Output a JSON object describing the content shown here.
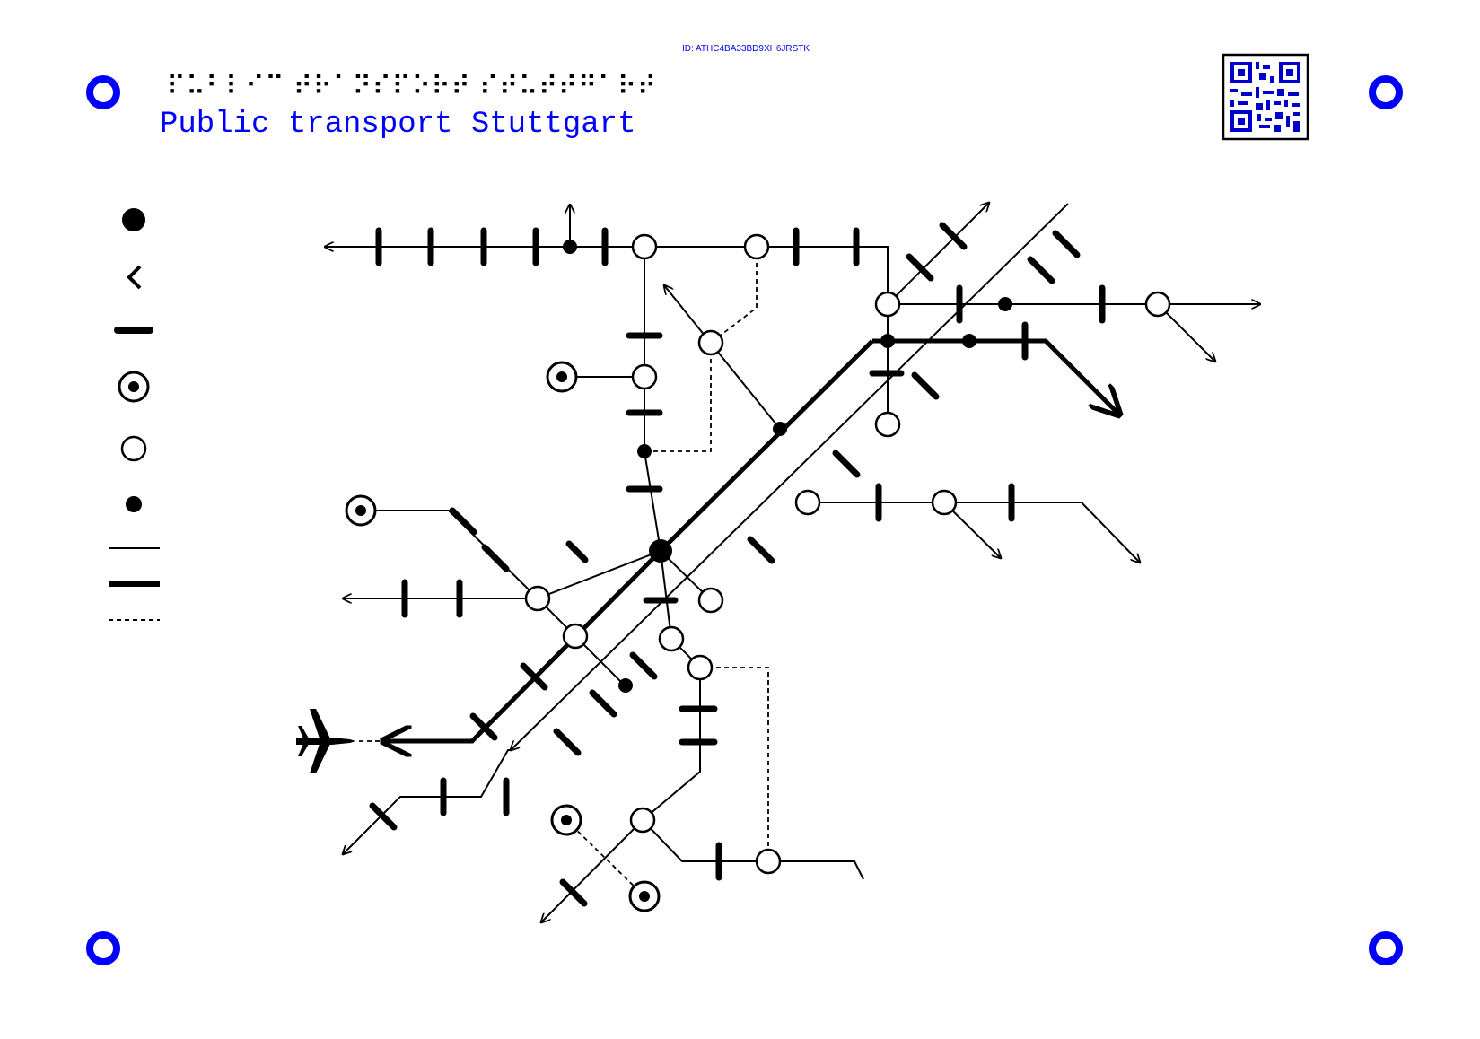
{
  "document": {
    "id_label": "ID: ATHC4BA33BD9XH6JRSTK",
    "braille_title": "⠏⠥⠃⠇⠊⠉ ⠞⠗⠁⠝⠎⠏⠕⠗⠞ ⠎⠞⠥⠞⠞⠛⠁⠗⠞",
    "title": "Public transport Stuttgart",
    "accent_color": "#0000ff"
  },
  "icons": {
    "registration_marks": "circle-ring-icon",
    "qr_code": "qr-code-icon",
    "airport": "airplane-icon"
  },
  "legend": {
    "items": [
      {
        "symbol": "large-filled-dot"
      },
      {
        "symbol": "chevron-left"
      },
      {
        "symbol": "bold-dash"
      },
      {
        "symbol": "circled-dot"
      },
      {
        "symbol": "open-circle"
      },
      {
        "symbol": "small-filled-dot"
      },
      {
        "symbol": "thin-line"
      },
      {
        "symbol": "thick-line"
      },
      {
        "symbol": "dashed-line"
      }
    ]
  }
}
